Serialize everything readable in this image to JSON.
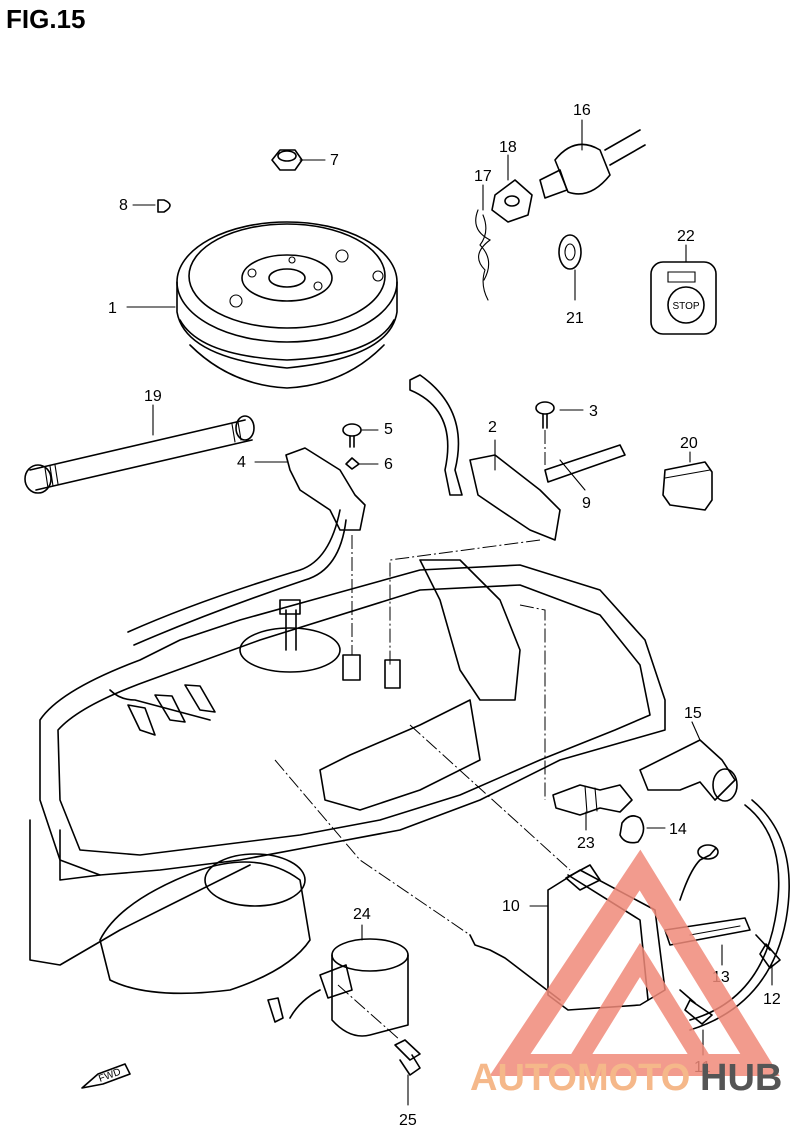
{
  "figure": {
    "title": "FIG.15"
  },
  "parts": [
    {
      "number": "1"
    },
    {
      "number": "2"
    },
    {
      "number": "3"
    },
    {
      "number": "4"
    },
    {
      "number": "5"
    },
    {
      "number": "6"
    },
    {
      "number": "7"
    },
    {
      "number": "8"
    },
    {
      "number": "9"
    },
    {
      "number": "10"
    },
    {
      "number": "11"
    },
    {
      "number": "12"
    },
    {
      "number": "13"
    },
    {
      "number": "14"
    },
    {
      "number": "15"
    },
    {
      "number": "16"
    },
    {
      "number": "17"
    },
    {
      "number": "18"
    },
    {
      "number": "19"
    },
    {
      "number": "20"
    },
    {
      "number": "21"
    },
    {
      "number": "22"
    },
    {
      "number": "23"
    },
    {
      "number": "24"
    },
    {
      "number": "25"
    }
  ],
  "stop_label": "STOP",
  "fwd_label": "FWD",
  "watermark": {
    "part1": "AUTOMOTO",
    "part2": "HUB",
    "color_primary": "#f08a7a",
    "color_accent": "#f5b88a",
    "color_dark": "#555555"
  }
}
